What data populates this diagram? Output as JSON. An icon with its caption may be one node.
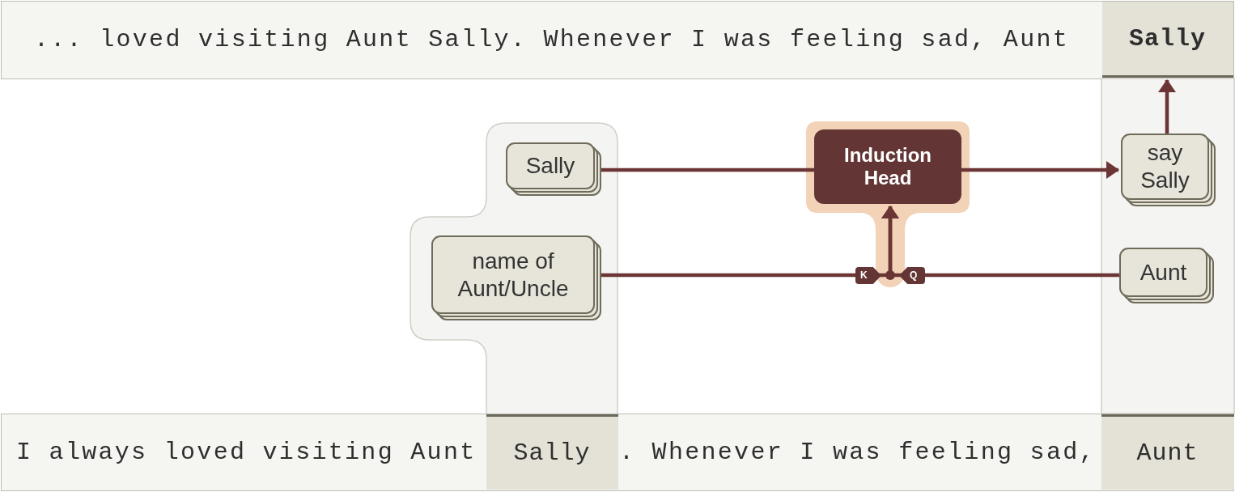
{
  "diagram": {
    "nodes": [
      {
        "text": [
          "... loved visiting Aunt Sally. Whenever I was feeling sad, Aunt"
        ]
      },
      {
        "text": [
          "Sally"
        ],
        "in": 0
      },
      {
        "text": [],
        "shape": "box"
      },
      {
        "text": [
          "Sally"
        ],
        "in": 2
      },
      {
        "text": [
          "name of Aunt/Uncle"
        ],
        "in": 2
      },
      {
        "text": [
          "Induction Head"
        ]
      },
      {
        "text": [],
        "shape": "box"
      },
      {
        "text": [
          "say Sally"
        ],
        "in": 6
      },
      {
        "text": [
          "Aunt"
        ],
        "in": 6
      },
      {
        "text": [
          "I always loved visiting Aunt",
          ". Whenever I was feeling sad,"
        ]
      },
      {
        "text": [
          "Sally"
        ],
        "in": 9
      },
      {
        "text": [
          "Aunt"
        ],
        "in": 9
      }
    ],
    "edges": [
      {
        "from": 3,
        "to": 5,
        "arrow": "none"
      },
      {
        "from": 5,
        "to": 7,
        "arrow": "to"
      },
      {
        "from": 4,
        "to": 5,
        "arrow": "to",
        "label": "K"
      },
      {
        "from": 8,
        "to": 5,
        "arrow": "to",
        "label": "Q"
      },
      {
        "from": 7,
        "to": 1,
        "arrow": "to"
      }
    ]
  }
}
